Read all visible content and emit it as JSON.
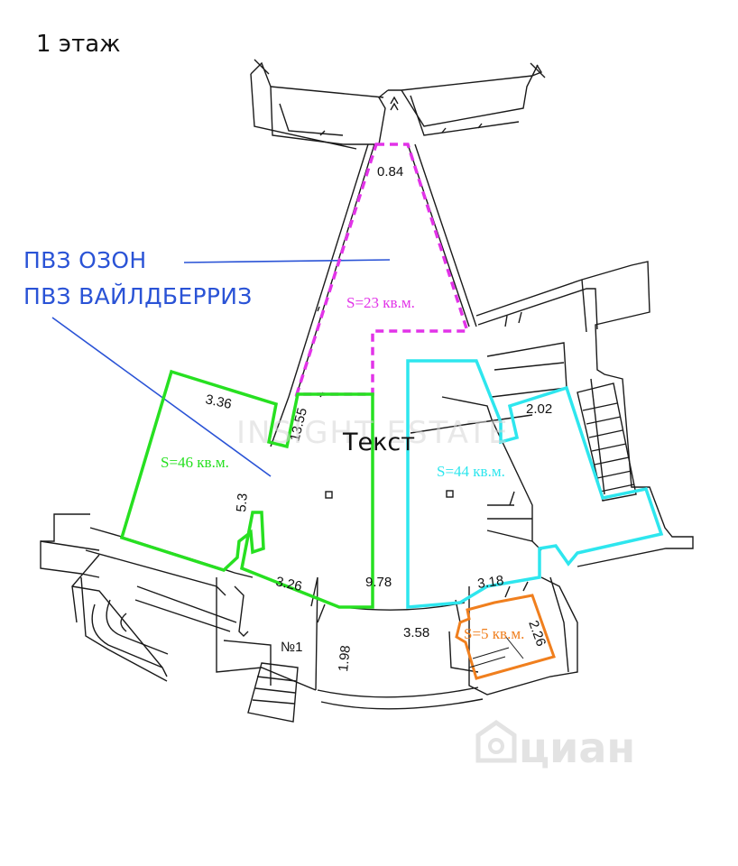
{
  "floor_label": "1 этаж",
  "tenant_lines": [
    "ПВЗ ОЗОН",
    "ПВЗ ВАЙЛДБЕРРИЗ"
  ],
  "center_label": "Текст",
  "watermark": "INSIGHT ESTATE",
  "watermark_logo": "циан",
  "room_labels": {
    "room_no": "№1"
  },
  "areas": {
    "magenta": {
      "label": "S=23 кв.м.",
      "color": "#e233e8"
    },
    "green": {
      "label": "S=46 кв.м.",
      "color": "#27e021"
    },
    "cyan": {
      "label": "S=44 кв.м.",
      "color": "#2ee6ee"
    },
    "orange": {
      "label": "S=5 кв.м.",
      "color": "#f07f1e"
    }
  },
  "dimensions": {
    "d084": "0.84",
    "d336": "3.36",
    "d1355": "13.55",
    "d53": "5.3",
    "d326": "3.26",
    "d978": "9.78",
    "d318": "3.18",
    "d358": "3.58",
    "d198": "1.98",
    "d202": "2.02",
    "d226": "2.26"
  },
  "colors": {
    "annotation": "#2a53d6",
    "wall": "#1a1a1a"
  }
}
